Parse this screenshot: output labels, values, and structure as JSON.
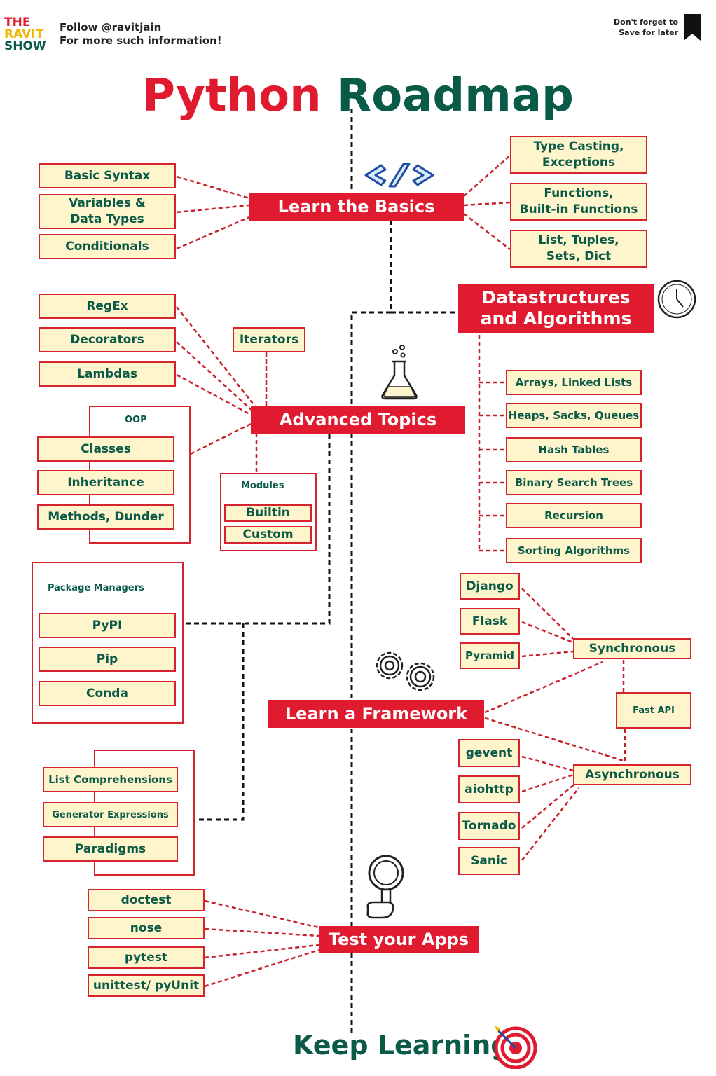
{
  "header": {
    "logo_lines": [
      "THE",
      "RAVIT",
      "SHOW"
    ],
    "follow_line1": "Follow @ravitjain",
    "follow_line2": "For more such information!",
    "save_line1": "Don't forget to",
    "save_line2": "Save for later"
  },
  "title": {
    "word1": "Python",
    "word2": "Roadmap"
  },
  "colors": {
    "accent_red": "#e01a2f",
    "accent_green": "#0a5a48",
    "box_fill": "#fff5cc"
  },
  "basics": {
    "label": "Learn the Basics",
    "left": [
      "Basic Syntax",
      "Variables &\nData Types",
      "Conditionals"
    ],
    "right": [
      "Type Casting,\nExceptions",
      "Functions,\nBuilt-in Functions",
      "List, Tuples,\nSets, Dict"
    ]
  },
  "dsa": {
    "label": "Datastructures\nand Algorithms",
    "items": [
      "Arrays, Linked Lists",
      "Heaps, Sacks, Queues",
      "Hash Tables",
      "Binary Search Trees",
      "Recursion",
      "Sorting Algorithms"
    ]
  },
  "advanced": {
    "label": "Advanced Topics",
    "left": [
      "RegEx",
      "Decorators",
      "Lambdas"
    ],
    "iterators": "Iterators",
    "oop": {
      "title": "OOP",
      "items": [
        "Classes",
        "Inheritance",
        "Methods, Dunder"
      ]
    },
    "modules": {
      "title": "Modules",
      "items": [
        "Builtin",
        "Custom"
      ]
    }
  },
  "packages": {
    "title": "Package Managers",
    "items": [
      "PyPI",
      "Pip",
      "Conda"
    ]
  },
  "extras": {
    "items": [
      "List Comprehensions",
      "Generator Expressions",
      "Paradigms"
    ]
  },
  "framework": {
    "label": "Learn a Framework",
    "sync_label": "Synchronous",
    "sync": [
      "Django",
      "Flask",
      "Pyramid"
    ],
    "fastapi": "Fast API",
    "async_label": "Asynchronous",
    "async": [
      "gevent",
      "aiohttp",
      "Tornado",
      "Sanic"
    ]
  },
  "testing": {
    "label": "Test your Apps",
    "items": [
      "doctest",
      "nose",
      "pytest",
      "unittest/ pyUnit"
    ]
  },
  "footer": {
    "keep": "Keep Learning"
  },
  "icons": [
    "code-icon",
    "clock-icon",
    "flask-icon",
    "gears-icon",
    "magnifier-icon",
    "target-icon",
    "bookmark-icon"
  ]
}
